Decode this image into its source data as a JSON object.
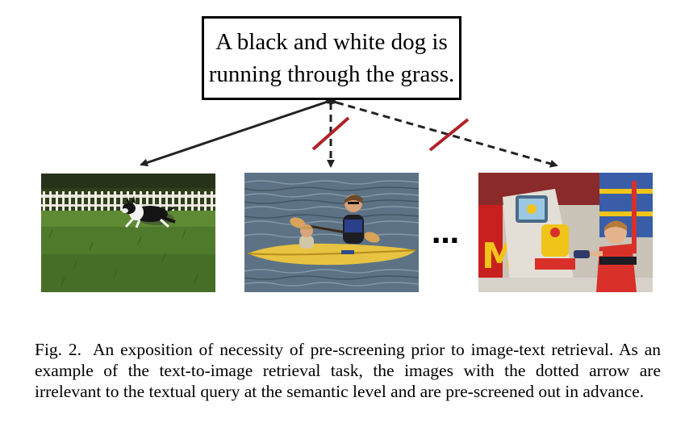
{
  "figure": {
    "query": "A black and white dog is\nrunning through the grass.",
    "ellipsis": "…",
    "images": [
      {
        "subject": "dog running on grass",
        "relevant": true
      },
      {
        "subject": "people paddling kayak",
        "relevant": false
      },
      {
        "subject": "child at arcade machine",
        "relevant": false
      }
    ],
    "colors": {
      "arrow": "#222222",
      "cross_mark": "#b0232a",
      "grass": "#4f7a2c",
      "water": "#5d7385",
      "kayak": "#e8c341",
      "arcade_red": "#c8201e",
      "arcade_yellow": "#f0c419"
    }
  },
  "caption": {
    "label": "Fig. 2.",
    "text": "An exposition of necessity of pre-screening prior to image-text retrieval. As an example of the text-to-image retrieval task, the images with the dotted arrow are irrelevant to the textual query at the semantic level and are pre-screened out in advance."
  }
}
